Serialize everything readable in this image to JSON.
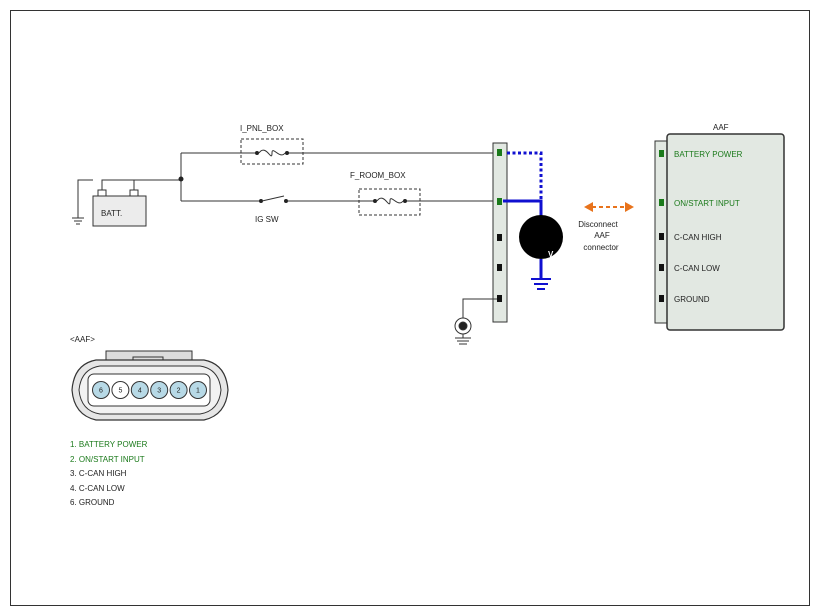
{
  "colors": {
    "wire": "#333333",
    "measure": "#1010d0",
    "arrow": "#e8731c",
    "active_pin": "#1b7a1b",
    "label_green": "#1b7a1b",
    "pin_fill": "#b7d9e6",
    "connector_fill": "#dcdcdc"
  },
  "labels": {
    "i_pnl_box": "I_PNL_BOX",
    "f_room_box": "F_ROOM_BOX",
    "ig_sw": "IG SW",
    "batt": "BATT.",
    "aaf_title": "AAF",
    "voltmeter": "V",
    "disconnect": [
      "Disconnect",
      "AAF",
      "connector"
    ],
    "connector_title": "<AAF>"
  },
  "aaf_pins": [
    {
      "label": "BATTERY POWER",
      "active": true
    },
    {
      "label": "ON/START INPUT",
      "active": true
    },
    {
      "label": "C-CAN HIGH",
      "active": false
    },
    {
      "label": "C-CAN LOW",
      "active": false
    },
    {
      "label": "GROUND",
      "active": false
    }
  ],
  "connector_pins": [
    "6",
    "5",
    "4",
    "3",
    "2",
    "1"
  ],
  "legend": [
    {
      "text": "1.   BATTERY POWER",
      "green": true
    },
    {
      "text": "2. ON/START INPUT",
      "green": true
    },
    {
      "text": "3.   C-CAN HIGH",
      "green": false
    },
    {
      "text": "4. C-CAN LOW",
      "green": false
    },
    {
      "text": "6.   GROUND",
      "green": false
    }
  ]
}
